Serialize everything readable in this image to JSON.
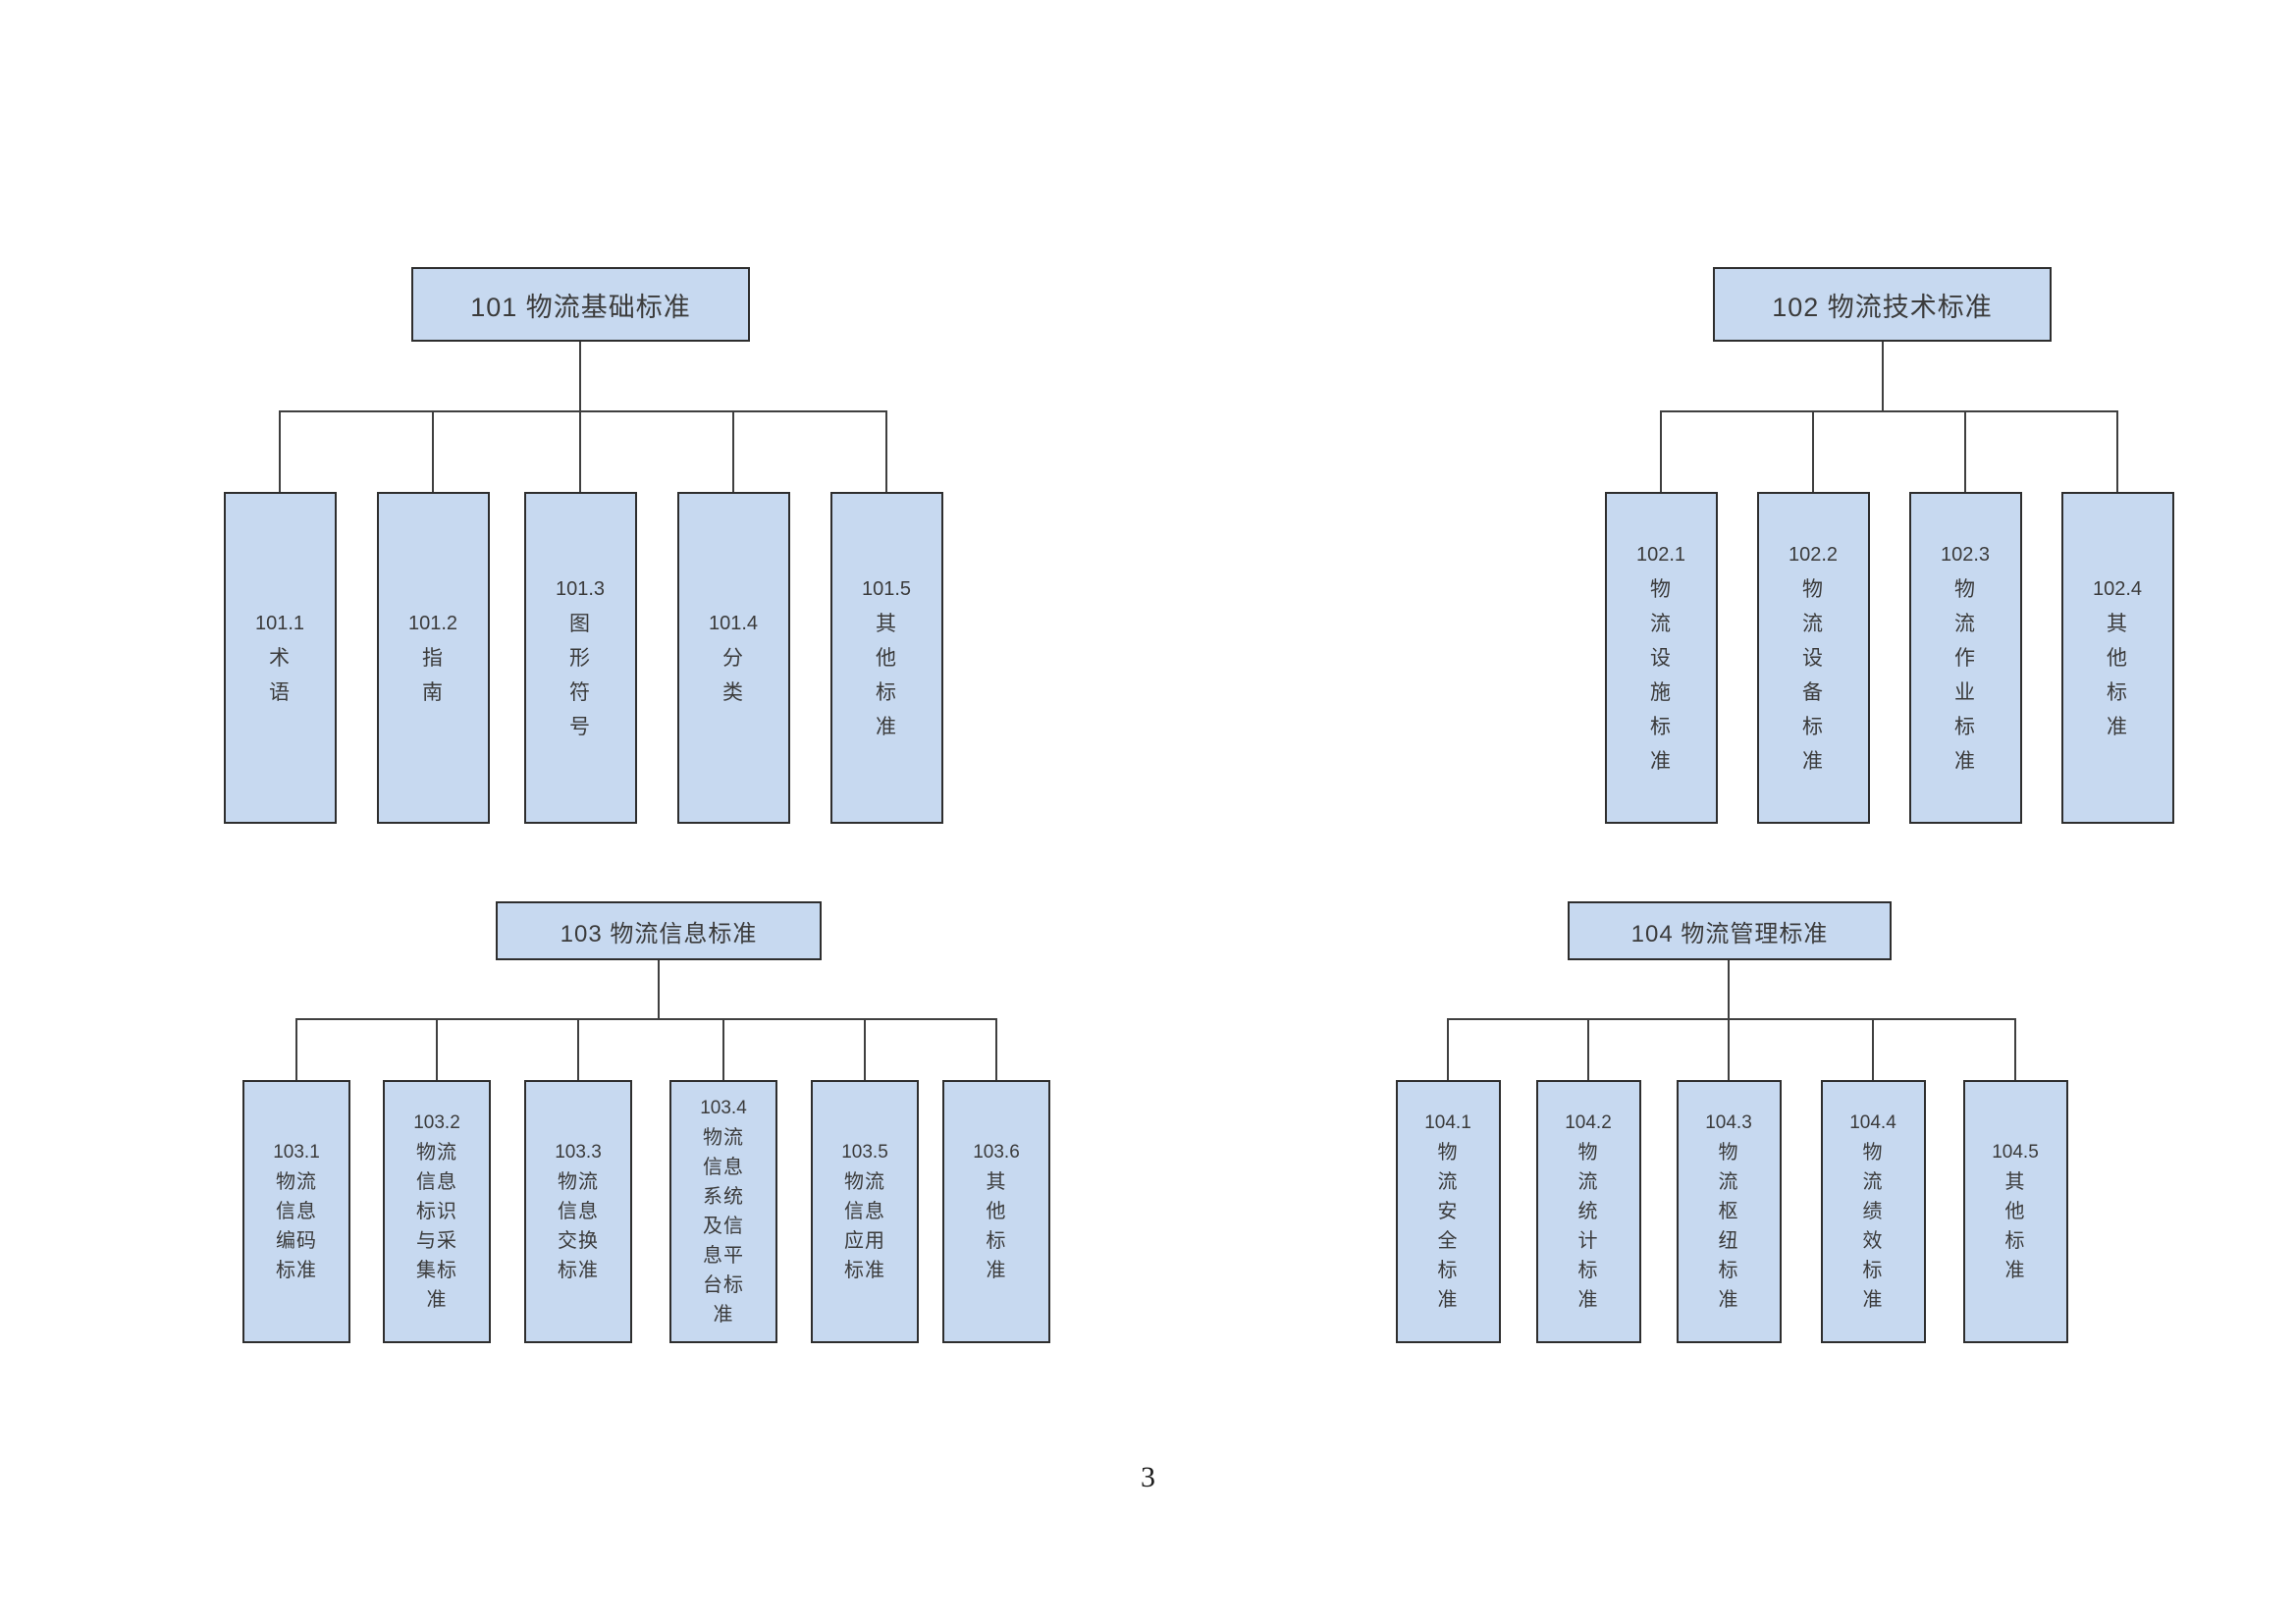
{
  "page_number": "3",
  "colors": {
    "box_fill": "#c7d9f0",
    "box_border": "#2e2e2e",
    "connector": "#3f3f3f",
    "text": "#3b3b3b"
  },
  "trees": [
    {
      "title": "101 物流基础标准",
      "children": [
        {
          "code": "101.1",
          "lines": [
            "术",
            "语"
          ]
        },
        {
          "code": "101.2",
          "lines": [
            "指",
            "南"
          ]
        },
        {
          "code": "101.3",
          "lines": [
            "图",
            "形",
            "符",
            "号"
          ]
        },
        {
          "code": "101.4",
          "lines": [
            "分",
            "类"
          ]
        },
        {
          "code": "101.5",
          "lines": [
            "其",
            "他",
            "标",
            "准"
          ]
        }
      ]
    },
    {
      "title": "102 物流技术标准",
      "children": [
        {
          "code": "102.1",
          "lines": [
            "物",
            "流",
            "设",
            "施",
            "标",
            "准"
          ]
        },
        {
          "code": "102.2",
          "lines": [
            "物",
            "流",
            "设",
            "备",
            "标",
            "准"
          ]
        },
        {
          "code": "102.3",
          "lines": [
            "物",
            "流",
            "作",
            "业",
            "标",
            "准"
          ]
        },
        {
          "code": "102.4",
          "lines": [
            "其",
            "他",
            "标",
            "准"
          ]
        }
      ]
    },
    {
      "title": "103 物流信息标准",
      "children": [
        {
          "code": "103.1",
          "lines": [
            "物流",
            "信息",
            "编码",
            "标准"
          ]
        },
        {
          "code": "103.2",
          "lines": [
            "物流",
            "信息",
            "标识",
            "与采",
            "集标",
            "准"
          ]
        },
        {
          "code": "103.3",
          "lines": [
            "物流",
            "信息",
            "交换",
            "标准"
          ]
        },
        {
          "code": "103.4",
          "lines": [
            "物流",
            "信息",
            "系统",
            "及信",
            "息平",
            "台标",
            "准"
          ]
        },
        {
          "code": "103.5",
          "lines": [
            "物流",
            "信息",
            "应用",
            "标准"
          ]
        },
        {
          "code": "103.6",
          "lines": [
            "其",
            "他",
            "标",
            "准"
          ]
        }
      ]
    },
    {
      "title": "104 物流管理标准",
      "children": [
        {
          "code": "104.1",
          "lines": [
            "物",
            "流",
            "安",
            "全",
            "标",
            "准"
          ]
        },
        {
          "code": "104.2",
          "lines": [
            "物",
            "流",
            "统",
            "计",
            "标",
            "准"
          ]
        },
        {
          "code": "104.3",
          "lines": [
            "物",
            "流",
            "枢",
            "纽",
            "标",
            "准"
          ]
        },
        {
          "code": "104.4",
          "lines": [
            "物",
            "流",
            "绩",
            "效",
            "标",
            "准"
          ]
        },
        {
          "code": "104.5",
          "lines": [
            "其",
            "他",
            "标",
            "准"
          ]
        }
      ]
    }
  ]
}
